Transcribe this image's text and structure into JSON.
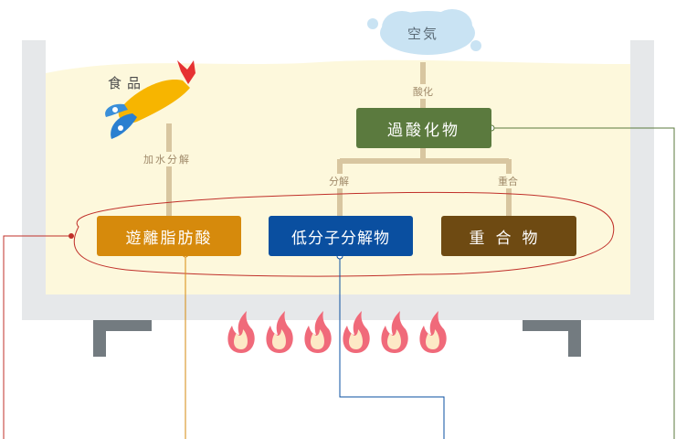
{
  "labels": {
    "air": "空気",
    "food": "食品",
    "oxidation": "酸化",
    "hydrolysis": "加水分解",
    "decomposition": "分解",
    "polymerization": "重合"
  },
  "boxes": {
    "peroxide": "過酸化物",
    "free_fatty_acid": "遊離脂肪酸",
    "low_molecular": "低分子分解物",
    "polymer": "重合物"
  },
  "colors": {
    "oil": "#fdf8dc",
    "pan": "#e6e8ea",
    "cloud": "#c9e3f3",
    "connector": "#d8c6a0",
    "peroxide": "#5b7a3e",
    "free_fatty_acid": "#d68a0c",
    "low_molecular": "#0a4fa0",
    "polymer": "#6e4a12",
    "boundary": "#c0302a",
    "flame_outer": "#f06a7a",
    "flame_inner": "#fde9c6"
  },
  "icons": {
    "food": "fried-shrimp-icon",
    "cloud": "cloud-icon",
    "flame": "flame-icon"
  }
}
